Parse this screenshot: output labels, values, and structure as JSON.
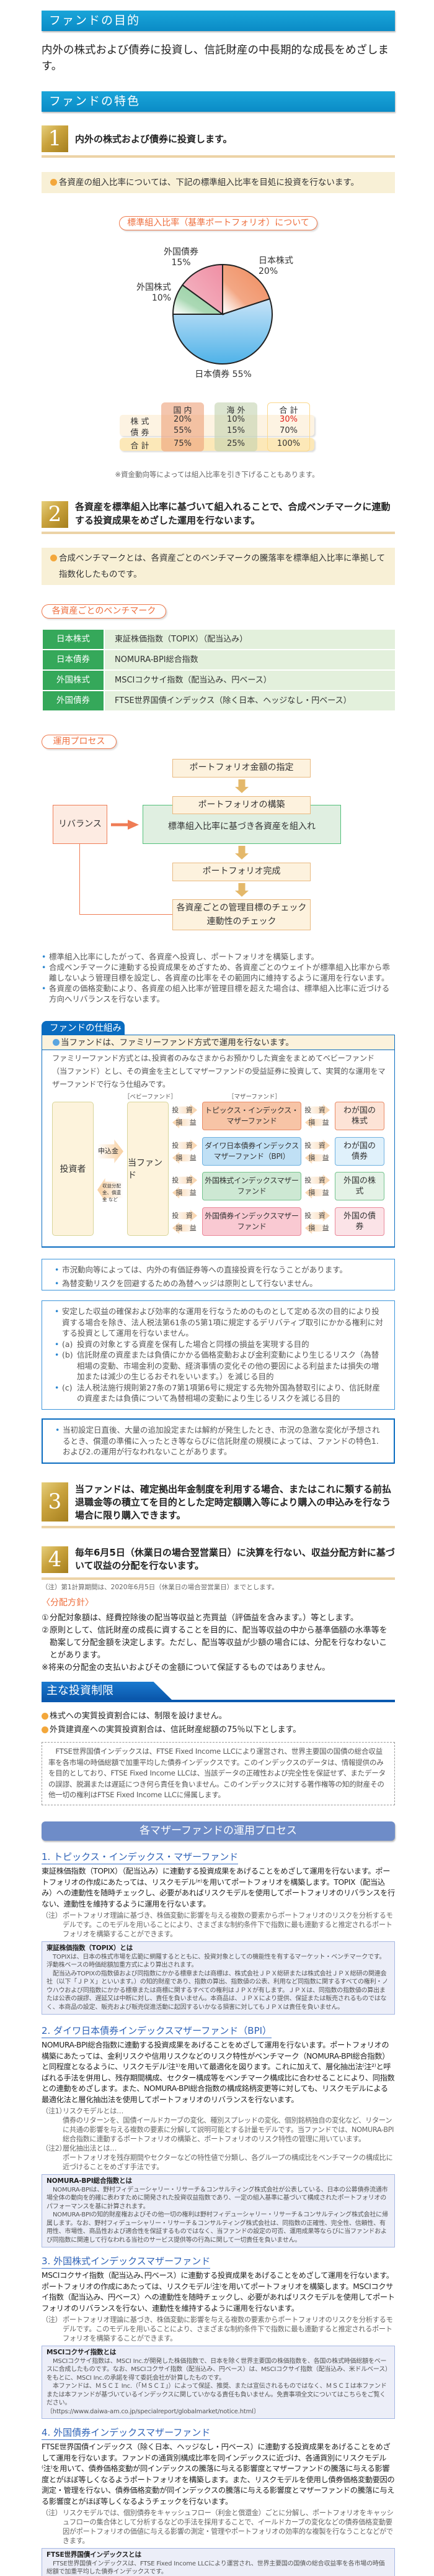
{
  "purpose": {
    "heading": "ファンドの目的",
    "text": "内外の株式および債券に投資し、信託財産の中長期的な成長をめざします。"
  },
  "features": {
    "heading": "ファンドの特色",
    "f1": {
      "num": "1",
      "title": "内外の株式および債券に投資します。",
      "note": "各資産の組入比率については、下記の標準組入比率を目処に投資を行ないます。",
      "pill": "標準組入比率（基準ポートフォリオ）について",
      "table": {
        "headers": [
          "国 内",
          "海 外",
          "合 計"
        ],
        "rows": [
          {
            "label": "株 式",
            "values": [
              "20%",
              "10%",
              "30%"
            ]
          },
          {
            "label": "債 券",
            "values": [
              "55%",
              "15%",
              "70%"
            ]
          },
          {
            "label": "合 計",
            "values": [
              "75%",
              "25%",
              "100%"
            ]
          }
        ]
      },
      "table_note": "※資金動向等によっては組入比率を引き下げることもあります。"
    },
    "f2": {
      "num": "2",
      "title": "各資産を標準組入比率に基づいて組入れることで、合成ベンチマークに連動する投資成果をめざした運用を行ないます。",
      "note": "合成ベンチマークとは、各資産ごとのベンチマークの騰落率を標準組入比率に準拠して指数化したものです。",
      "pill": "各資産ごとのベンチマーク",
      "benchmarks": [
        {
          "asset": "日本株式",
          "index": "東証株価指数（TOPIX）（配当込み）"
        },
        {
          "asset": "日本債券",
          "index": "NOMURA-BPI総合指数"
        },
        {
          "asset": "外国株式",
          "index": "MSCIコクサイ指数（配当込み、円ベース）"
        },
        {
          "asset": "外国債券",
          "index": "FTSE世界国債インデックス（除く日本、ヘッジなし・円ベース）"
        }
      ],
      "process": {
        "pill": "運用プロセス",
        "step1": "ポートフォリオ金額の指定",
        "step2": "ポートフォリオの構築",
        "step2_detail": "標準組入比率に基づき各資産を組入れ",
        "rebalance": "リバランス",
        "step3": "ポートフォリオ完成",
        "step4a": "各資産ごとの管理目標のチェック",
        "step4b": "連動性のチェック"
      },
      "bullets": [
        "標準組入比率にしたがって、各資産へ投資し、ポートフォリオを構築します。",
        "合成ベンチマークに連動する投資成果をめざすため、各資産ごとのウェイトが標準組入比率から乖離しないよう管理目標を設定し、各資産の比率をその範囲内に維持するように運用を行ないます。",
        "各資産の価格変動により、各資産の組入比率が管理目標を超えた場合は、標準組入比率に近づける方向へリバランスを行ないます。"
      ]
    },
    "structure": {
      "tab": "ファンドの仕組み",
      "lead": "当ファンドは、ファミリーファンド方式で運用を行ないます。",
      "desc": "ファミリーファンド方式とは､投資者のみなさまからお預かりした資金をまとめてベビーファンド（当ファンド）とし、その資金を主としてマザーファンドの受益証券に投資して、実質的な運用をマザーファンドで行なう仕組みです。",
      "baby_label": "［ベビーファンド］",
      "mother_label": "［マザーファンド］",
      "investor": "投資者",
      "subscription": "申込金",
      "distribution": "収益分配金、償還金 など",
      "this_fund": "当ファンド",
      "invest": "投 資",
      "pl": "損 益",
      "mothers": [
        {
          "name": "トピックス・インデックス・マザーファンド",
          "target": "わが国の株式"
        },
        {
          "name": "ダイワ日本債券インデックスマザーファンド（BPI）",
          "target": "わが国の債券"
        },
        {
          "name": "外国株式インデックスマザーファンド",
          "target": "外国の株式"
        },
        {
          "name": "外国債券インデックスマザーファンド",
          "target": "外国の債券"
        }
      ]
    },
    "notes1": [
      "市況動向等によっては、内外の有価証券等への直接投資を行なうことがあります。",
      "為替変動リスクを回避するための為替ヘッジは原則として行ないません。"
    ],
    "notes2": {
      "text": "安定した収益の確保および効率的な運用を行なうためのものとして定める次の目的により投資する場合を除き、法人税法第61条の5第1項に規定するデリバティブ取引にかかる権利に対する投資として運用を行ないません。",
      "items": [
        {
          "label": "(a)",
          "text": "投資の対象とする資産を保有した場合と同様の損益を実現する目的"
        },
        {
          "label": "(b)",
          "text": "信託財産の資産または負債にかかる価格変動および金利変動により生じるリスク（為替相場の変動、市場金利の変動、経済事情の変化その他の要因による利益または損失の増加または減少の生じるおそれをいいます。）を減じる目的"
        },
        {
          "label": "(c)",
          "text": "法人税法施行規則第27条の7第1項第6号に規定する先物外国為替取引により、信託財産の資産または負債について為替相場の変動により生じるリスクを減じる目的"
        }
      ]
    },
    "notes3": "当初設定日直後、大量の追加設定または解約が発生したとき、市況の急激な変化が予想されるとき、償還の準備に入ったとき等ならびに信託財産の規模によっては、ファンドの特色1.および2.の運用が行なわれないことがあります。",
    "f3": {
      "num": "3",
      "title": "当ファンドは、確定拠出年金制度を利用する場合、またはこれに類する前払退職金等の積立てを目的とした定時定額購入等により購入の申込みを行なう場合に限り購入できます。"
    },
    "f4": {
      "num": "4",
      "title": "毎年6月5日（休業日の場合翌営業日）に決算を行ない、収益分配方針に基づいて収益の分配を行ないます。",
      "note": "（注）第1計算期間は、2020年6月5日（休業日の場合翌営業日）までとします。",
      "policy_heading": "〈分配方針〉",
      "policy": [
        {
          "label": "①",
          "text": "分配対象額は、経費控除後の配当等収益と売買益（評価益を含みます。）等とします。"
        },
        {
          "label": "②",
          "text": "原則として、信託財産の成長に資することを目的に、配当等収益の中から基準価額の水準等を勘案して分配金額を決定します。ただし、配当等収益が少額の場合には、分配を行なわないことがあります。"
        }
      ],
      "disclaimer": "※将来の分配金の支払いおよびその金額について保証するものではありません。"
    }
  },
  "chart_data": {
    "type": "pie",
    "title": "標準組入比率（基準ポートフォリオ）について",
    "slices": [
      {
        "label": "日本株式",
        "value": 20,
        "display": "20%",
        "color": "#ef8a5c"
      },
      {
        "label": "日本債券",
        "value": 55,
        "display": "55%",
        "color": "#7cc1ec"
      },
      {
        "label": "外国株式",
        "value": 10,
        "display": "10%",
        "color": "#8fcc9c"
      },
      {
        "label": "外国債券",
        "value": 15,
        "display": "15%",
        "color": "#ef8fa4"
      }
    ]
  },
  "restrictions": {
    "heading": "主な投資制限",
    "items": [
      "株式への実質投資割合には、制限を設けません。",
      "外貨建資産への実質投資割合は、信託財産総額の75％以下とします。"
    ],
    "ftse": "FTSE世界国債インデックスは、FTSE Fixed Income LLCにより運営され、世界主要国の国債の総合収益率を各市場の時価総額で加重平均した債券インデックスです。このインデックスのデータは、情報提供のみを目的としており、FTSE Fixed Income LLCは、当該データの正確性および完全性を保証せず、またデータの誤謬、脱漏または遅延につき何ら責任を負いません。このインデックスに対する著作権等の知的財産その他一切の権利はFTSE Fixed Income LLCに帰属します。"
  },
  "mother_process": {
    "heading": "各マザーファンドの運用プロセス",
    "m1": {
      "title": "1. トピックス・インデックス・マザーファンド",
      "text": "東証株価指数（TOPIX）（配当込み）に連動する投資成果をあげることをめざして運用を行ないます。ポートフォリオの作成にあたっては、リスクモデル⁽ᵉ⁾を用いてポートフォリオを構築します。TOPIX（配当込み）への連動性を随時チェックし、必要があればリスクモデルを使用してポートフォリオのリバランスを行ない、連動性を維持するように運用を行ないます。",
      "note_label": "（注）",
      "note": "ポートフォリオ理論に基づき、株価変動に影響を与える複数の要素からポートフォリオのリスクを分析するモデルです。このモデルを用いることにより、さまざまな制約条件下で指数に最も連動すると推定されるポートフォリオを構築することができます。",
      "box_title": "東証株価指数（TOPIX）とは",
      "box": [
        "TOPIXは、日本の株式市場を広範に網羅するとともに、投資対象としての機能性を有するマーケット・ベンチマークです。浮動株ベースの時価総額加重方式により算出されます。",
        "配当込みTOPIXの指数値および同指数にかかる標章または商標は、株式会社ＪＰＸ総研または株式会社ＪＰＸ総研の関連会社（以下「ＪＰＸ」といいます。）の知的財産であり、指数の算出、指数値の公表、利用など同指数に関するすべての権利・ノウハウおよび同指数にかかる標章または商標に関するすべての権利はＪＰＸが有します。ＪＰＸは、同指数の指数値の算出または公表の誤謬、遅延又は中断に対し、責任を負いません。本商品は、ＪＰＸにより提供、保証または販売されるものではなく、本商品の設定、販売および販売促進活動に起因するいかなる損害に対してもＪＰＸは責任を負いません。"
      ]
    },
    "m2": {
      "title": "2. ダイワ日本債券インデックスマザーファンド（BPI）",
      "text": "NOMURA-BPI総合指数に連動する投資成果をあげることをめざして運用を行ないます。ポートフォリオの構築にあたっては、金利リスクや信用リスクなどのリスク特性がベンチマーク（NOMURA-BPI総合指数）と同程度となるように、リスクモデル⁽注¹⁾を用いて最適化を図ります。これに加えて、層化抽出法⁽注²⁾と呼ばれる手法を併用し、残存期間構成、セクター構成等をベンチマーク構成比に合わせることにより、同指数との連動をめざします。また、NOMURA-BPI総合指数の構成銘柄変更等に対しても、リスクモデルによる最適化法と層化抽出法を使用してポートフォリオのリバランスを行ないます。",
      "notes": [
        {
          "label": "（注1）",
          "title": "リスクモデルとは…",
          "text": "債券のリターンを、国債イールドカーブの変化、種別スプレッドの変化、個別銘柄独自の変化など、リターンに共通の影響を与える複数の要素に分解して説明可能とする計量モデルです。当ファンドでは、NOMURA-BPI総合指数に連動するポートフォリオの構築と、ポートフォリオのリスク特性の管理に用いています。"
        },
        {
          "label": "（注2）",
          "title": "層化抽出法とは…",
          "text": "ポートフォリオを残存期間やセクターなどの特性値で分類し、各グループの構成比をベンチマークの構成比に近づけることをめざす手法です。"
        }
      ],
      "box_title": "NOMURA-BPI総合指数とは",
      "box": [
        "NOMURA-BPIは、野村フィデューシャリー・リサーチ＆コンサルティング株式会社が公表している、日本の公募債券流通市場全体の動向を的確に表わすために開発された投資収益指数であり、一定の組入基準に基づいて構成されたポートフォリオのパフォーマンスを基に計算されます。",
        "NOMURA-BPIの知的財産権およびその他一切の権利は野村フィデューシャリー・リサーチ＆コンサルティング株式会社に帰属します。なお、野村フィデューシャリー・リサーチ＆コンサルティング株式会社は、同指数の正確性、完全性、信頼性、有用性、市場性、商品性および適合性を保証するものではなく、当ファンドの設定の可否、運用成果等ならびに当ファンドおよび同指数に関連して行なわれる当社のサービス提供等の行為に関して一切責任を負いません。"
      ]
    },
    "m3": {
      "title": "3. 外国株式インデックスマザーファンド",
      "text": "MSCIコクサイ指数（配当込み､円ベース）に連動する投資成果をあげることをめざして運用を行ないます。ポートフォリオの作成にあたっては、リスクモデル⁽注⁾を用いてポートフォリオを構築します。MSCIコクサイ指数（配当込み、円ベース）への連動性を随時チェックし、必要があればリスクモデルを使用してポートフォリオのリバランスを行ない、連動性を維持するように運用を行ないます。",
      "note_label": "（注）",
      "note": "ポートフォリオ理論に基づき、株価変動に影響を与える複数の要素からポートフォリオのリスクを分析するモデルです。このモデルを用いることにより、さまざまな制約条件下で指数に最も連動すると推定されるポートフォリオを構築することができます。",
      "box_title": "MSCIコクサイ指数とは",
      "box": [
        "MSCIコクサイ指数は、MSCI Inc.が開発した株価指数で、日本を除く世界主要国の株価指数を、各国の株式時価総額をベースに合成したものです。なお、MSCIコクサイ指数（配当込み、円ベース）は、MSCIコクサイ指数（配当込み、米ドルベース）をもとに、MSCI Inc.の承諾を得て委託会社が計算したものです。",
        "本ファンドは、ＭＳＣＩ Inc.（「ＭＳＣＩ」）によって保証、推奨、または宣伝されるものではなく、ＭＳＣＩは本ファンドまたは本ファンドが基づいているインデックスに関していかなる責任も負いません。免責事項全文についてはこちらをご覧ください。"
      ],
      "link": "〔https://www.daiwa-am.co.jp/specialreport/globalmarket/notice.html〕"
    },
    "m4": {
      "title": "4. 外国債券インデックスマザーファンド",
      "text": "FTSE世界国債インデックス（除く日本、ヘッジなし・円ベース）に連動する投資成果をあげることをめざして運用を行ないます。ファンドの通貨別構成比率を同インデックスに近づけ、各通貨別にリスクモデル⁽注⁾を用いて、債券価格変動が同インデックスの騰落に与える影響度とマザーファンドの騰落に与える影響度とがほぼ等しくなるようポートフォリオを構築します。また、リスクモデルを使用し債券価格変動要因の測定・管理を行ない、債券価格変動が同インデックスの騰落に与える影響度とマザーファンドの騰落に与える影響度とがほぼ等しくなるようチェックを行ないます。",
      "note_label": "（注）",
      "note": "リスクモデルでは、個別債券をキャッシュフロー（利金と償還金）ごとに分解し、ポートフォリオをキャッシュフローの集合体として分析するなどの手法を採用することで、イールドカーブの変化などの債券価格変動要因がポートフォリオの価値に与える影響の測定・管理やポートフォリオの効率的な複製を行なうことなどができます。",
      "box_title": "FTSE世界国債インデックスとは",
      "box": [
        "FTSE世界国債インデックスは、FTSE Fixed Income LLCにより運営され、世界主要国の国債の総合収益率を各市場の時価総額で加重平均した債券インデックスです。"
      ]
    }
  }
}
